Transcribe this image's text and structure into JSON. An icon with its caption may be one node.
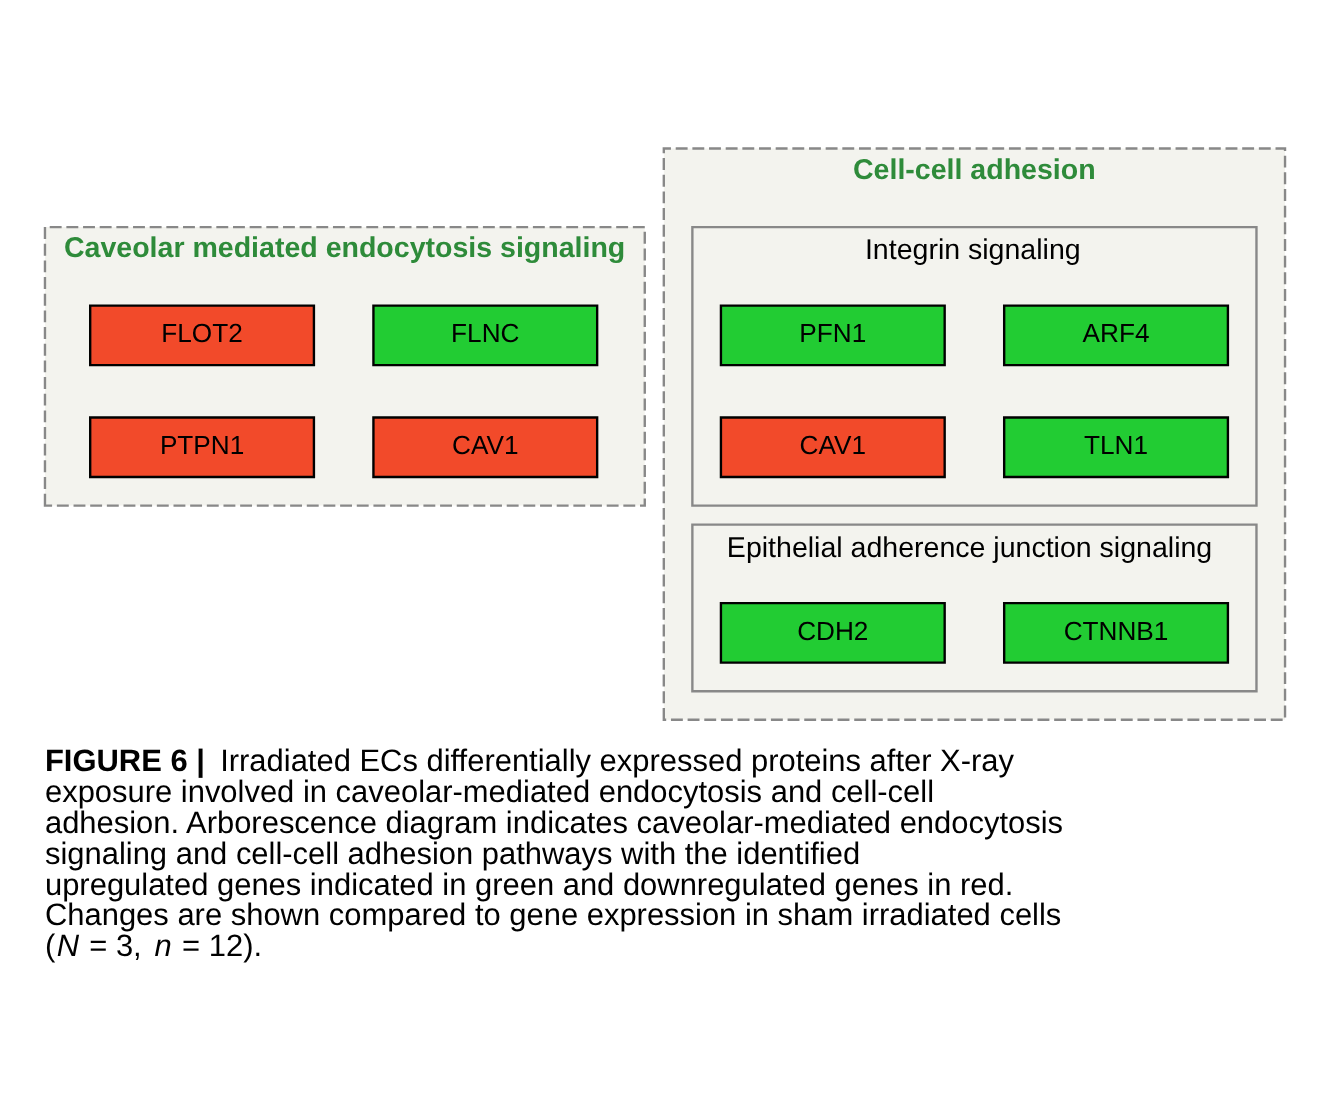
{
  "diagram": {
    "caption": "**FIGURE 6 |** Irradiated ECs differentially expressed proteins after X-ray exposure involved in caveolar-mediated endocytosis and cell-cell adhesion. Arborescence diagram indicates caveolar-mediated endocytosis signaling and cell-cell adhesion pathways with the identified upregulated genes indicated in green and downregulated genes in red. Changes are shown compared to gene expression in sham irradiated cells (*N* = 3, *n* = 12).",
    "nodes": [
      {
        "text": [
          "Caveolar mediated endocytosis signaling"
        ]
      },
      {
        "text": [
          "FLOT2"
        ],
        "in": 0
      },
      {
        "text": [
          "FLNC"
        ],
        "in": 0
      },
      {
        "text": [
          "PTPN1"
        ],
        "in": 0
      },
      {
        "text": [
          "CAV1"
        ],
        "in": 0
      },
      {
        "text": [
          "Cell-cell adhesion"
        ]
      },
      {
        "text": [
          "Integrin signaling"
        ],
        "in": 5
      },
      {
        "text": [
          "PFN1"
        ],
        "in": 6
      },
      {
        "text": [
          "ARF4"
        ],
        "in": 6
      },
      {
        "text": [
          "CAV1"
        ],
        "in": 6
      },
      {
        "text": [
          "TLN1"
        ],
        "in": 6
      },
      {
        "text": [
          "Epithelial adherence junction signaling"
        ],
        "in": 5
      },
      {
        "text": [
          "CDH2"
        ],
        "in": 11
      },
      {
        "text": [
          "CTNNB1"
        ],
        "in": 11
      }
    ],
    "edges": []
  }
}
